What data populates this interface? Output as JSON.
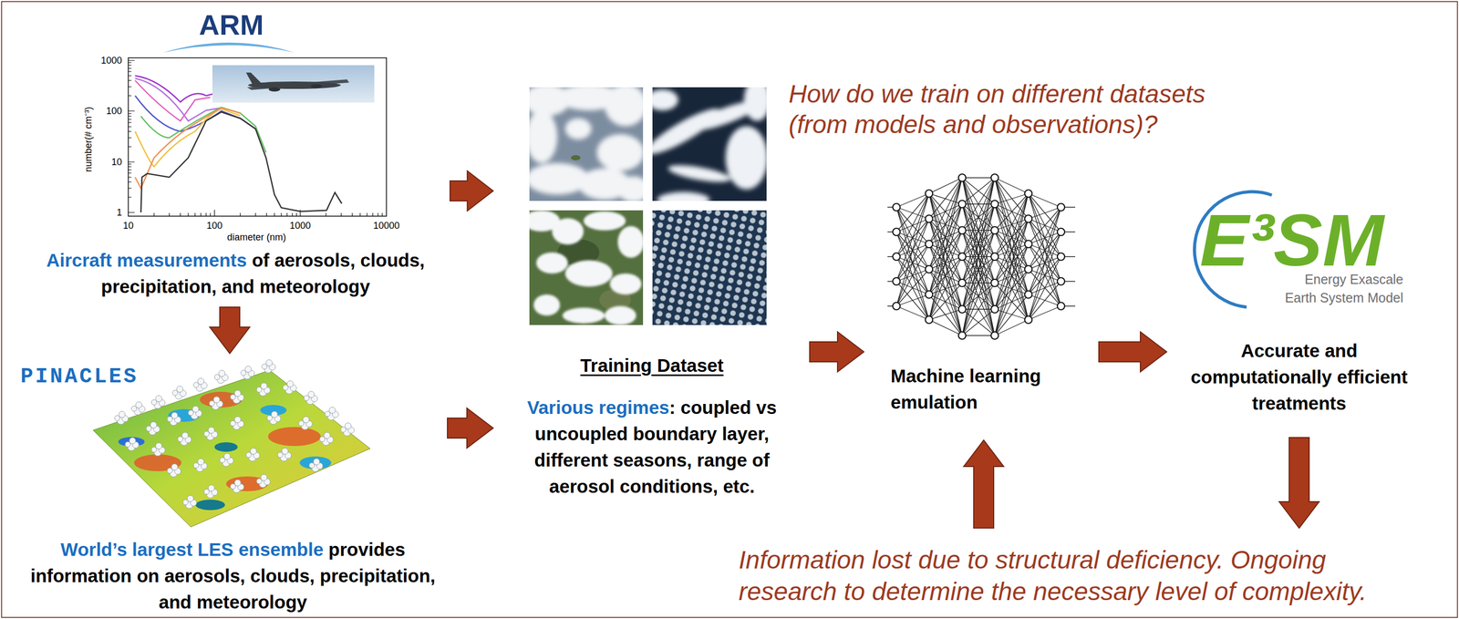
{
  "diagram": {
    "nodes": [
      {
        "text": [
          "Aircraft measurements",
          "of aerosols, clouds, precipitation, and meteorology"
        ]
      },
      {
        "text": [
          "World’s largest LES ensemble",
          "provides information on aerosols, clouds, precipitation, and meteorology"
        ]
      },
      {
        "text": [
          "Training Dataset",
          "Various regimes",
          ": coupled vs uncoupled boundary layer, different seasons, range of aerosol conditions, etc."
        ]
      },
      {
        "text": [
          "Machine learning emulation"
        ]
      },
      {
        "text": [
          "Accurate and computationally efficient treatments"
        ]
      },
      {
        "text": [
          "Information lost due to structural deficiency. Ongoing research to determine the necessary level of complexity."
        ]
      }
    ],
    "edges": [
      {
        "from": 0,
        "to": 1,
        "arrow": "to"
      },
      {
        "from": 0,
        "to": 2,
        "arrow": "to"
      },
      {
        "from": 1,
        "to": 2,
        "arrow": "to"
      },
      {
        "from": 2,
        "to": 3,
        "arrow": "to"
      },
      {
        "from": 3,
        "to": 4,
        "arrow": "to"
      },
      {
        "from": 4,
        "to": 5,
        "arrow": "to"
      },
      {
        "from": 5,
        "to": 3,
        "arrow": "to"
      }
    ],
    "labels": [
      "ARM",
      "1000",
      "100",
      "10",
      "1",
      "10",
      "100",
      "1000",
      "10000",
      "diameter (nm)",
      "number(# cm⁻³)",
      "PINACLES",
      "How do we train on different datasets (from models and observations)?",
      "E³SM",
      "Energy Exascale Earth System Model"
    ]
  }
}
